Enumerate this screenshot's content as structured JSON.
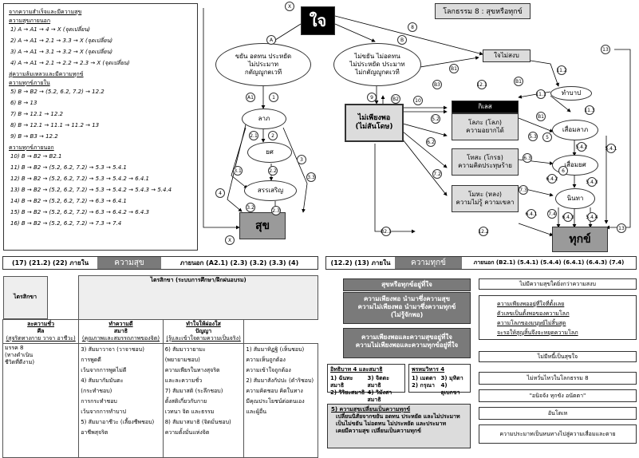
{
  "legend": {
    "heading": "จากความสำเร็จและมีความสุข",
    "sec1": "ความสุขภายนอก",
    "sec1_lines": [
      "1)  A → A1 → 4 → X (จุดเปลี่ยน)",
      "2)  A → A1 → 2.1 → 3.3 → X (จุดเปลี่ยน)",
      "3)  A → A1 → 3.1 → 3.2 → X (จุดเปลี่ยน)",
      "4)  A → A1 → 2.1 → 2.2 → 2.3 → X (จุดเปลี่ยน)"
    ],
    "sec2": "สู่ความล้มเหลวและมีความทุกข์",
    "sec3": "ความทุกข์ภายใน",
    "sec3_lines": [
      "5)  B → B2 → (5.2,  6.2, 7.2) → 12.2",
      "6)  B → 13",
      "7)  B → 12.1 → 12.2",
      "8)  B → 12.1 → 11.1 → 11.2 → 13",
      "9)  B → B3 → 12.2"
    ],
    "sec4": "ความทุกข์ภายนอก",
    "sec4_lines": [
      "10)  B → B2 → B2.1",
      "11)  B → B2 → (5.2,  6.2, 7.2) → 5.3 → 5.4.1",
      "12)  B → B2 → (5.2,  6.2, 7.2) → 5.3 → 5.4.2 → 6.4.1",
      "13)  B → B2 → (5.2,  6.2, 7.2) → 5.3 → 5.4.2 → 5.4.3 → 5.4.4",
      "14)  B → B2 → (5.2,  6.2, 7.2) → 6.3 → 6.4.1",
      "15)  B → B2 → (5.2,  6.2, 7.2) → 6.3 → 6.4.2 → 6.4.3",
      "16)  B → B2 → (5.2,  6.2, 7.2) → 7.3 → 7.4"
    ]
  },
  "diagram": {
    "center": "ใจ",
    "title": "โลกธรรม 8 : สุขหรือทุกข์",
    "good_ellipse": [
      "ขยัน  อดทน  ประหยัด",
      "ไม่ประมาท",
      "กตัญญูกตเวที"
    ],
    "bad_ellipse": [
      "ไม่ขยัน  ไม่อดทน",
      "ไม่ประหยัด  ประมาท",
      "ไม่กตัญญูกตเวที"
    ],
    "lapha": "ลาภ",
    "yot": "ยศ",
    "sansoen": "สรรเสริญ",
    "suk": "สุข",
    "mai_phiang": [
      "ไม่เพียงพอ",
      "(ไม่สันโดษ)"
    ],
    "jai_mai_sangop": "ใจไม่สงบ",
    "thabap": "ทำบาป",
    "kilet": "กิเลส",
    "lobha": [
      "โลภะ (โลภ)",
      "ความอยากได้"
    ],
    "dosa": [
      "โทสะ (โกรธ)",
      "ความคิดประทุษร้าย"
    ],
    "moha": [
      "โมหะ (หลง)",
      "ความไม่รู้ ความเขลา"
    ],
    "suem_lap": "เสื่อมลาภ",
    "suem_yot": "เสื่อมยศ",
    "ninta": "นินทา",
    "thuk": "ทุกข์",
    "labels": {
      "X": "X",
      "A": "A",
      "A1": "A1",
      "B": "B",
      "B1": "B1",
      "B2": "B2",
      "B3": "B3",
      "B21": "B2.1",
      "n1": "1",
      "n2": "2",
      "n21": "2.1",
      "n22": "2.2",
      "n23": "2.3",
      "n3": "3",
      "n31": "3.1",
      "n32": "3.2",
      "n33": "3.3",
      "n4": "4",
      "n5": "5",
      "n52": "5.2",
      "n53": "5.3",
      "n541": "5.4.1",
      "n542": "5.4.2",
      "n543": "5.4.3",
      "n544": "5.4.4",
      "n6": "6",
      "n62": "6.2",
      "n63": "6.3",
      "n641": "6.4.1",
      "n642": "6.4.2",
      "n643": "6.4.3",
      "n72": "7.2",
      "n73": "7.3",
      "n74": "7.4",
      "n8": "8",
      "n9": "9",
      "n10": "10",
      "n111": "11.1",
      "n112": "11.2",
      "n113": "11.3",
      "n121": "12.1",
      "n122": "12.2",
      "n13": "13"
    }
  },
  "bar_left": {
    "a": "(17) (21.2) (22) ภายใน",
    "b": "ความสุข",
    "c": "ภายนอก (A2.1) (2.3) (3.2) (3.3) (4)"
  },
  "bar_right": {
    "a": "(12.2) (13) ภายใน",
    "b": "ความทุกข์",
    "c": "ภายนอก (B2.1) (5.4.1) (5.4.4) (6.4.1) (6.4.3) (7.4)"
  },
  "table": {
    "h_left": "ไตรสิกขา",
    "h_main": "ไตรสิกขา (ระบบการศึกษา/ฝึกฝนอบรม)",
    "col1": [
      "ละความชั่ว",
      "ศีล",
      "(สุจริตทางกาย วาจา อาชีวะ)"
    ],
    "col2": [
      "ทำความดี",
      "สมาธิ",
      "(คุณภาพและสมรรถภาพของจิต)"
    ],
    "col3": [
      "ทำใจให้ผ่องใส",
      "ปัญญา",
      "(รู้และเข้าใจตามความเป็นจริง)"
    ],
    "rowhead": [
      "มรรค 8",
      "(ทางดำเนิน",
      "ชีวิตที่ดีงาม)"
    ],
    "c1": [
      "3) สัมมาวาจา (วาจาชอบ)",
      "    การพูดดี",
      "    เว้นจากการพูดไม่ดี",
      "4) สัมมากัมมันตะ",
      "    (กระทำชอบ)",
      "    การกระทำชอบ",
      "    เว้นจากการทำบาป",
      "5) สัมมาอาชีวะ (เลี้ยงชีพชอบ)",
      "    อาชีพสุจริต"
    ],
    "c2": [
      "6) สัมมาวายามะ",
      "    (พยายามชอบ)",
      "    ความเพียรในทางสุจริต",
      "    และละความชั่ว",
      "7) สัมมาสติ  (ระลึกชอบ)",
      "    ตั้งสติเกี่ยวกับกาย",
      "    เวทนา จิต และธรรม",
      "8) สัมมาสมาธิ (จิตมั่นชอบ)",
      "    ความตั้งมั่นแห่งจิต"
    ],
    "c3": [
      "1) สัมมาทิฏฐิ (เห็นชอบ)",
      "    ความเห็นถูกต้อง",
      "    ความเข้าใจถูกต้อง",
      "2) สัมมาสังกัปปะ (ดำริชอบ)",
      "    ความคิดชอบ คิดในทาง",
      "    มีคุณประโยชน์ต่อตนเอง",
      "    และผู้อื่น"
    ]
  },
  "mid": {
    "head": "สุขหรือทุกข์อยู่ที่ใจ",
    "lines": [
      "ความเพียงพอ       นำมาซึ่งความสุข",
      "ความไม่เพียงพอ   นำมาซึ่งความทุกข์",
      "(ไม่รู้จักพอ)"
    ],
    "lines2": [
      "ความเพียงพอและความสุขอยู่ที่ใจ",
      "ความไม่เพียงพอและความทุกข์อยู่ที่ใจ"
    ],
    "iddhi_head": "อิทธิบาท 4 และสมาธิ",
    "iddhi": [
      "1) ฉันทะสมาธิ",
      "3) จิตตะสมาธิ",
      "2) วิริยะสมาธิ",
      "4) วิมังสาสมาธิ"
    ],
    "brahma_head": "พรหมวิหาร 4",
    "brahma": [
      "1) เมตตา",
      "3) มุทิตา",
      "2) กรุณา",
      "4) อุเบกขา"
    ],
    "change_head": "5)  ความสุขเปลี่ยนเป็นความทุกข์",
    "change": [
      "เปลี่ยนนิสัยจากขยัน อดทน ประหยัด และไม่ประมาท",
      "เป็นไม่ขยัน ไม่อดทน ไม่ประหยัด และประมาท",
      "เคยมีความสุข เปลี่ยนเป็นความทุกข์"
    ]
  },
  "right": {
    "p1": "ไม่มีความสุขใดยิ่งกว่าความสงบ",
    "p2": [
      "ความเพียงพออยู่ที่ใจที่ตั้งเลย",
      "ตัวเลขเป็นตั้งพอของความโลภ",
      "ความโลภของมนุษย์ไม่สิ้นสุด",
      "จะรอให้สูญสิ้นจึงจะหยุดความโลภ"
    ],
    "p3": "ไม่มีหนี้เป็นสุขใจ",
    "p4": "ไม่หวั่นไหวในโลกธรรม 8",
    "p5": "\"อนิจจัง ทุกขัง อนัตตา\"",
    "p6": "อันโตเห",
    "p7": "ความประมาทเป็นหนทางไปสู่ความเสื่อมและตาย"
  }
}
